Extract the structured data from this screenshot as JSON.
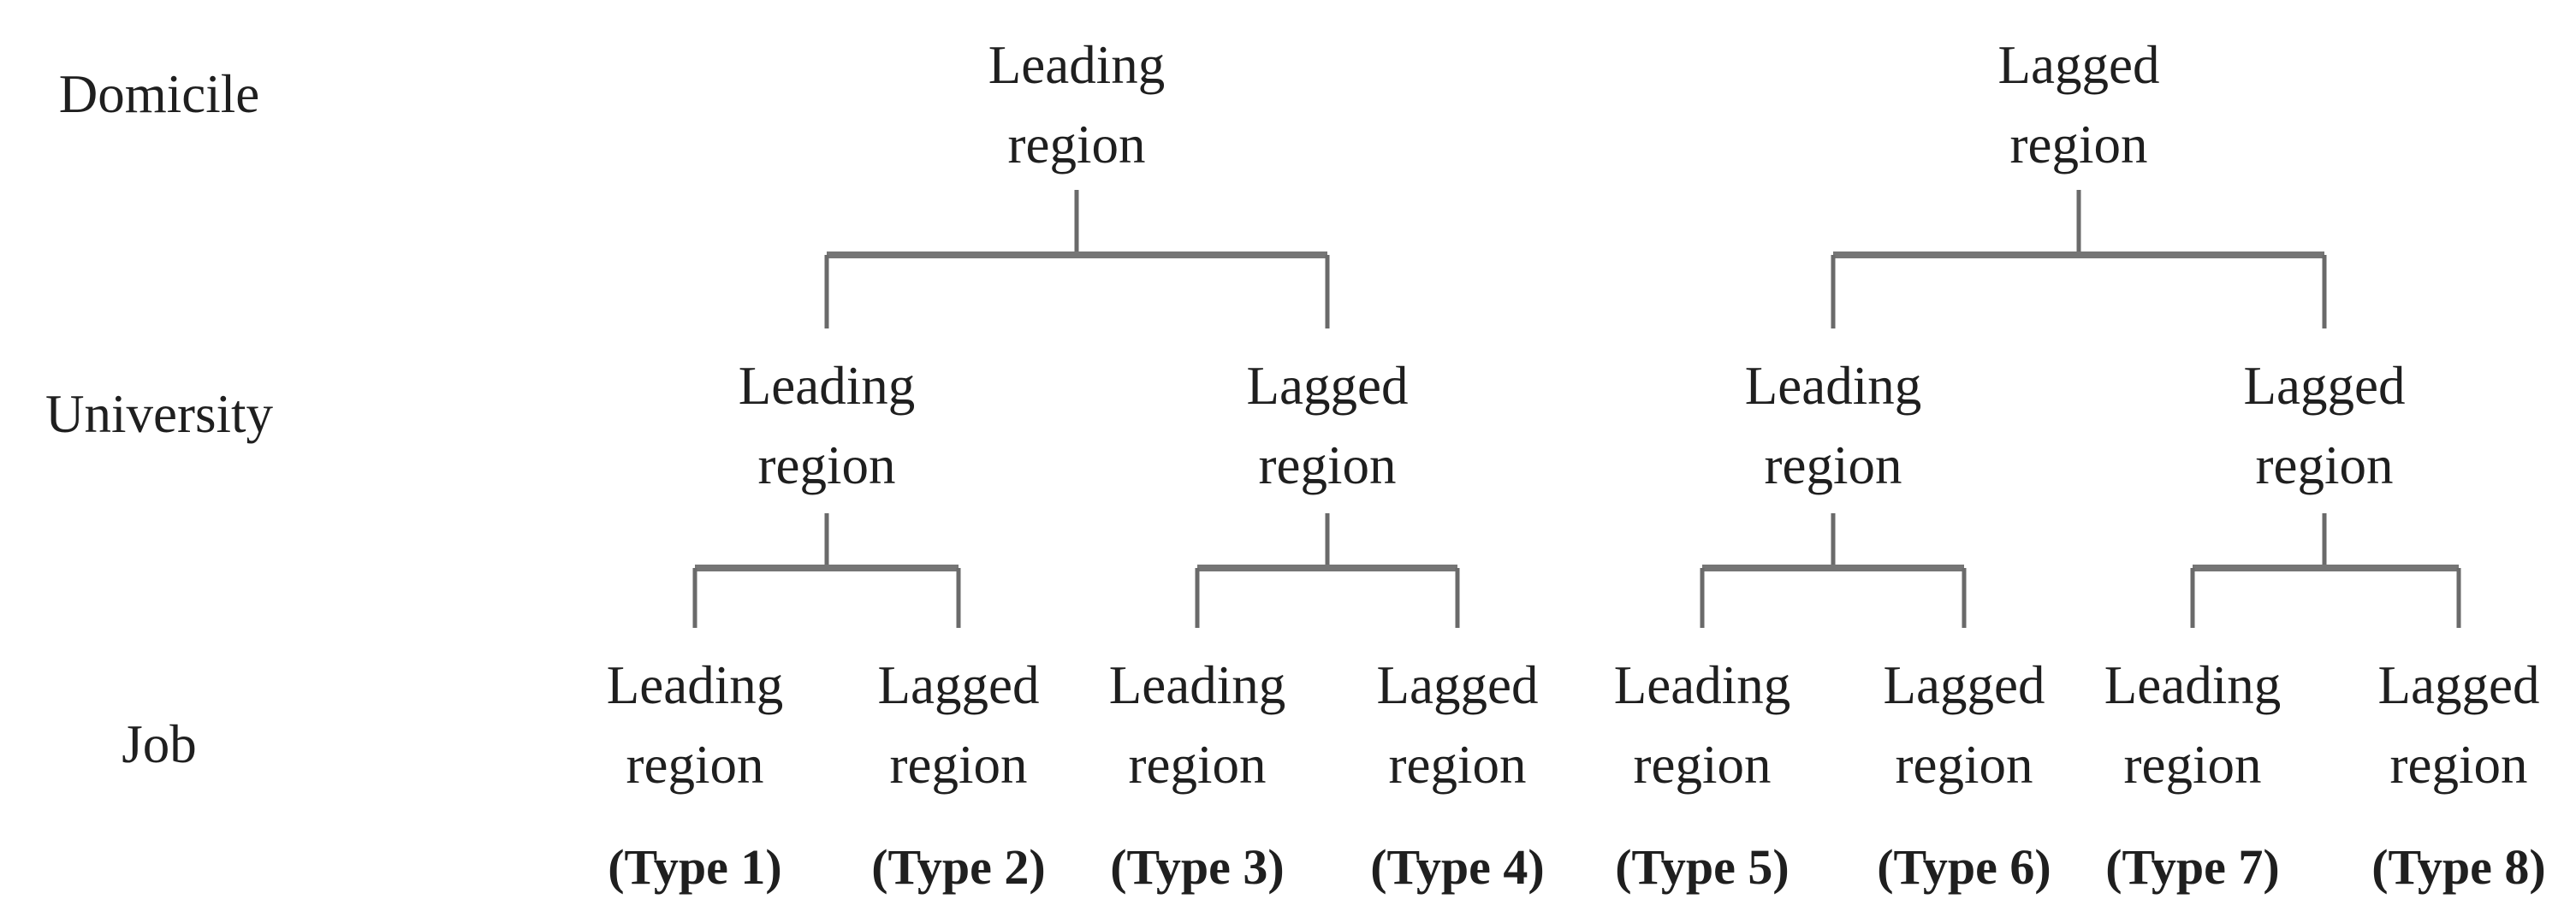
{
  "figure": {
    "background": "#ffffff",
    "text_color": "#1f1f1f",
    "connector_color": "#757575",
    "rows": [
      {
        "label": "Domicile"
      },
      {
        "label": "University"
      },
      {
        "label": "Job"
      }
    ],
    "tree": {
      "domicile": [
        {
          "label": "Leading region"
        },
        {
          "label": "Lagged region"
        }
      ],
      "university": [
        {
          "label": "Leading region"
        },
        {
          "label": "Lagged region"
        },
        {
          "label": "Leading region"
        },
        {
          "label": "Lagged region"
        }
      ],
      "job": [
        {
          "label": "Leading region",
          "type": "(Type 1)"
        },
        {
          "label": "Lagged region",
          "type": "(Type 2)"
        },
        {
          "label": "Leading region",
          "type": "(Type 3)"
        },
        {
          "label": "Lagged region",
          "type": "(Type 4)"
        },
        {
          "label": "Leading region",
          "type": "(Type 5)"
        },
        {
          "label": "Lagged region",
          "type": "(Type 6)"
        },
        {
          "label": "Leading region",
          "type": "(Type 7)"
        },
        {
          "label": "Lagged region",
          "type": "(Type 8)"
        }
      ]
    }
  }
}
